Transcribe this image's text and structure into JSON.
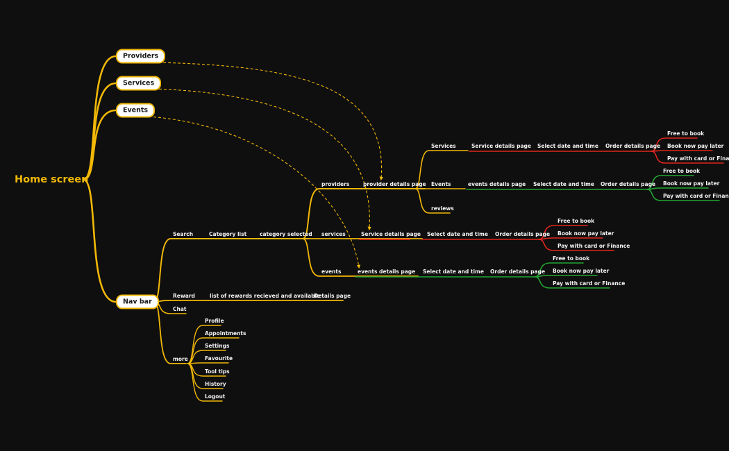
{
  "colors": {
    "branch": "#f2b807",
    "red": "#e0271b",
    "green": "#22a533",
    "text": "#f3f3f3",
    "background": "#0f0f0f"
  },
  "root": "Home screen",
  "top_nodes": {
    "providers": "Providers",
    "services": "Services",
    "events": "Events",
    "nav_bar": "Nav bar"
  },
  "nav": {
    "search": "Search",
    "category_list": "Category list",
    "category_selected": "category selected",
    "reward": "Reward",
    "rewards_list": "list of rewards recieved and available",
    "details_page": "Details page",
    "chat": "Chat",
    "more": "more",
    "more_items": [
      "Profile",
      "Appointments",
      "Settings",
      "Favourite",
      "Tool tips",
      "History",
      "Logout"
    ]
  },
  "category_branches": {
    "providers": "providers",
    "provider_details": "provider details page",
    "provider_services": "Services",
    "provider_service_details": "Service details page",
    "provider_events": "Events",
    "provider_events_details": "events details page",
    "reviews": "reviews",
    "services": "services",
    "service_details": "Service details page",
    "events": "events",
    "events_details": "events details page"
  },
  "flow": {
    "select_date": "Select date and time",
    "order_details": "Order details page",
    "free": "Free to book",
    "pay_later": "Book now pay later",
    "pay_card": "Pay with card or Finance"
  }
}
